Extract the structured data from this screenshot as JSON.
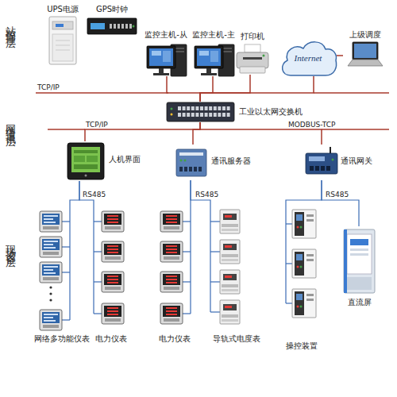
{
  "diagram": {
    "nodes": [
      {
        "text": [
          "UPS电源"
        ]
      },
      {
        "text": [
          "GPS时钟"
        ]
      },
      {
        "text": [
          "监控主机-从"
        ]
      },
      {
        "text": [
          "监控主机-主"
        ]
      },
      {
        "text": [
          "打印机"
        ]
      },
      {
        "text": [
          "Internet"
        ]
      },
      {
        "text": [
          "上级调度"
        ]
      },
      {
        "text": [
          "工业以太网交换机"
        ]
      },
      {
        "text": [
          "人机界面"
        ]
      },
      {
        "text": [
          "通讯服务器"
        ]
      },
      {
        "text": [
          "通讯网关"
        ]
      },
      {
        "text": [
          "网络多功能仪表"
        ]
      },
      {
        "text": [
          "电力仪表"
        ]
      },
      {
        "text": [
          "电力仪表"
        ]
      },
      {
        "text": [
          "导轨式电度表"
        ]
      },
      {
        "text": [
          "操控装置"
        ]
      },
      {
        "text": [
          "直流屏"
        ]
      }
    ],
    "edges": [
      {
        "from": 6,
        "to": 5,
        "arrow": "none"
      },
      {
        "from": 2,
        "to": 7,
        "arrow": "none"
      },
      {
        "from": 3,
        "to": 7,
        "arrow": "none"
      },
      {
        "from": 4,
        "to": 7,
        "arrow": "none"
      },
      {
        "from": 5,
        "to": 7,
        "arrow": "none"
      },
      {
        "from": 7,
        "to": 8,
        "arrow": "none"
      },
      {
        "from": 7,
        "to": 9,
        "arrow": "none"
      },
      {
        "from": 7,
        "to": 10,
        "arrow": "none"
      },
      {
        "from": 8,
        "to": 11,
        "arrow": "none"
      },
      {
        "from": 8,
        "to": 12,
        "arrow": "none"
      },
      {
        "from": 9,
        "to": 13,
        "arrow": "none"
      },
      {
        "from": 9,
        "to": 14,
        "arrow": "none"
      },
      {
        "from": 10,
        "to": 15,
        "arrow": "none"
      },
      {
        "from": 10,
        "to": 16,
        "arrow": "none"
      }
    ],
    "labels": [
      "站控管理层",
      "网络通讯层",
      "现场设备层",
      "TCP/IP",
      "TCP/IP",
      "MODBUS-TCP",
      "RS485",
      "RS485",
      "RS485"
    ]
  }
}
